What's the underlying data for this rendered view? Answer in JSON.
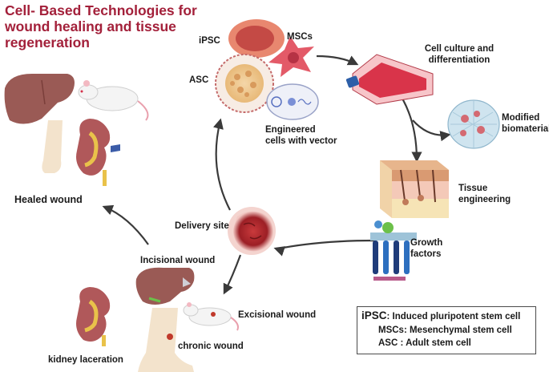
{
  "title": "Cell- Based Technologies for wound healing and tissue regeneration",
  "cells": {
    "ipsc": "iPSC",
    "mscs": "MSCs",
    "asc": "ASC",
    "engineered": "Engineered cells with vector"
  },
  "cycle": {
    "cell_culture": "Cell culture and differentiation",
    "modified_biomaterial": "Modified biomaterial",
    "tissue_engineering": "Tissue engineering",
    "growth_factors": "Growth factors",
    "delivery_site": "Delivery site"
  },
  "wounds": {
    "incisional": "Incisional wound",
    "excisional": "Excisional wound",
    "chronic": "chronic wound",
    "kidney": "kidney laceration",
    "healed": "Healed wound"
  },
  "legend": {
    "ipsc_abbr": "iPSC",
    "ipsc_def": ": Induced pluripotent stem cell",
    "mscs": "MSCs: Mesenchymal stem cell",
    "asc": "ASC : Adult stem cell"
  },
  "colors": {
    "title": "#a3203a",
    "arrow": "#3a3a3a",
    "liver": "#9a5a55",
    "msc": "#e35a68",
    "flask": "#d9344a",
    "delivery": "#a5252b"
  }
}
